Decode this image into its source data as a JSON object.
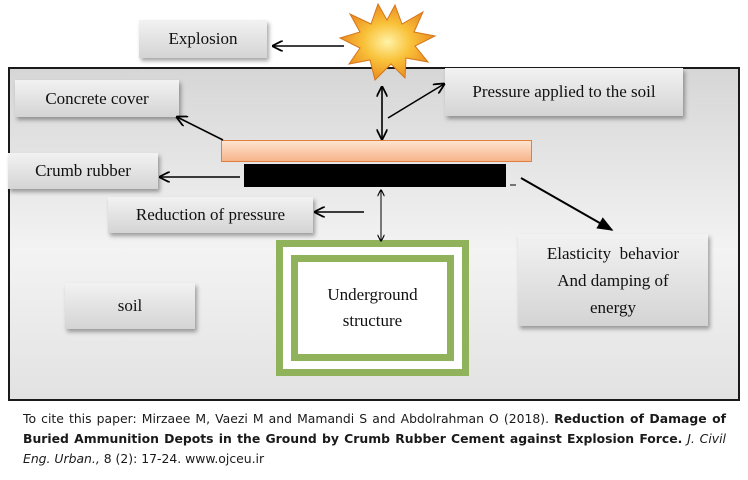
{
  "diagram": {
    "labels": {
      "explosion": "Explosion",
      "concrete_cover": "Concrete cover",
      "pressure_applied": "Pressure applied to the soil",
      "crumb_rubber": "Crumb rubber",
      "reduction_of_pressure": "Reduction of pressure",
      "elasticity_line1": "Elasticity  behavior",
      "elasticity_line2": "And damping of",
      "elasticity_line3": "energy",
      "soil": "soil",
      "underground_line1": "Underground",
      "underground_line2": "structure"
    },
    "colors": {
      "explosion_fill": "#f6a02a",
      "concrete_fill": "#f9c5a0",
      "rubber_fill": "#000000",
      "structure_border": "#8fb25a"
    }
  },
  "citation": {
    "prefix": "To cite this paper: Mirzaee M, Vaezi M and Mamandi S and Abdolrahman O (2018). ",
    "title": "Reduction of Damage of Buried Ammunition Depots in the Ground by Crumb Rubber Cement against Explosion Force.",
    "journal": "J. Civil Eng. Urban.,",
    "details": " 8 (2): 17-24. www.ojceu.ir"
  }
}
